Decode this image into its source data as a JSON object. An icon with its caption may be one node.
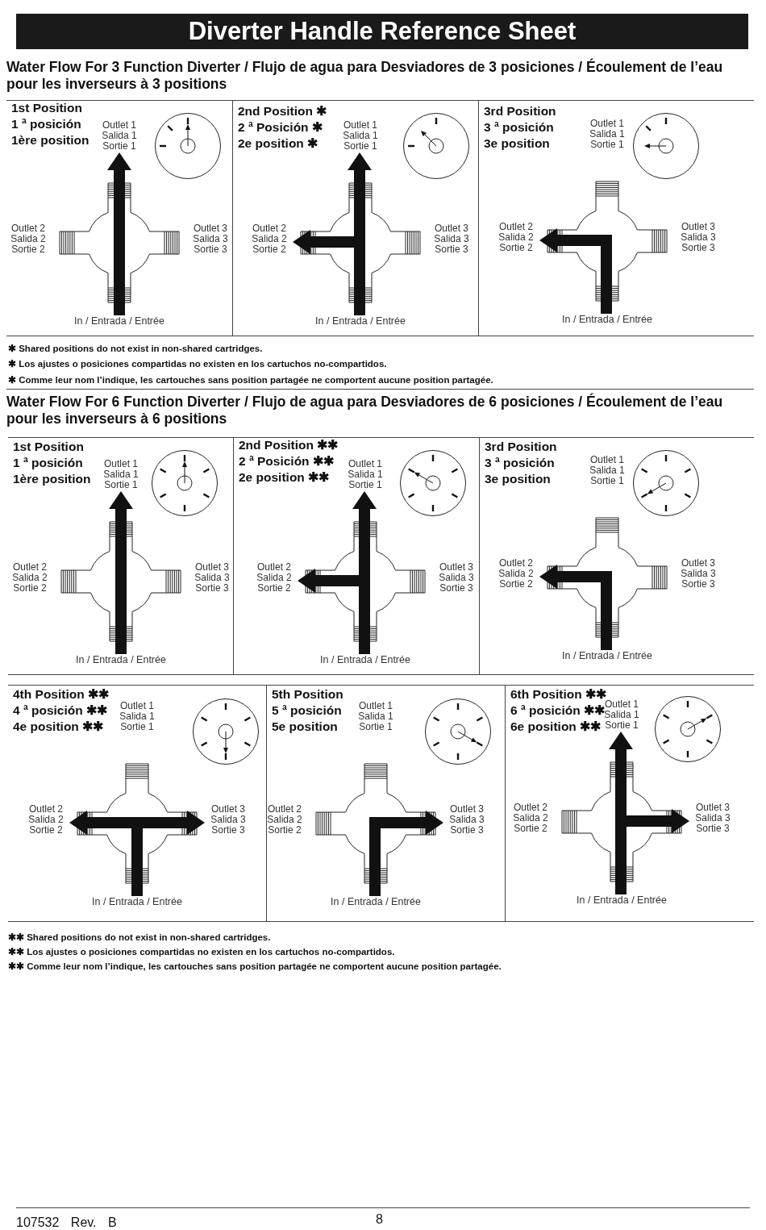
{
  "diagram": {
    "title": "Diverter Handle Reference Sheet",
    "nodes": [
      {
        "text": [
          "1st Position",
          "1 ª posición",
          "1ère position"
        ]
      },
      {
        "text": [
          "Outlet 1 Salida 1 Sortie 1"
        ],
        "in": 0
      },
      {
        "text": [
          "Outlet 2 Salida 2 Sortie 2"
        ],
        "in": 0
      },
      {
        "text": [
          "Outlet 3 Salida 3 Sortie 3"
        ],
        "in": 0
      },
      {
        "text": [
          "In / Entrada / Entrée"
        ],
        "in": 0
      },
      {
        "text": [
          "2nd Position ✱",
          "2 ª Posición ✱",
          "2e position ✱"
        ]
      },
      {
        "text": [
          "Outlet 1 Salida 1 Sortie 1"
        ],
        "in": 5
      },
      {
        "text": [
          "Outlet 2 Salida 2 Sortie 2"
        ],
        "in": 5
      },
      {
        "text": [
          "Outlet 3 Salida 3 Sortie 3"
        ],
        "in": 5
      },
      {
        "text": [
          "In / Entrada / Entrée"
        ],
        "in": 5
      },
      {
        "text": [
          "3rd Position",
          "3 ª posición",
          "3e position"
        ]
      },
      {
        "text": [
          "Outlet 1 Salida 1 Sortie 1"
        ],
        "in": 10
      },
      {
        "text": [
          "Outlet 2 Salida 2 Sortie 2"
        ],
        "in": 10
      },
      {
        "text": [
          "Outlet 3 Salida 3 Sortie 3"
        ],
        "in": 10
      },
      {
        "text": [
          "In / Entrada / Entrée"
        ],
        "in": 10
      },
      {
        "text": [
          "1st Position",
          "1 ª posición",
          "1ère position"
        ]
      },
      {
        "text": [
          "Outlet 1 Salida 1 Sortie 1"
        ],
        "in": 15
      },
      {
        "text": [
          "Outlet 2 Salida 2 Sortie 2"
        ],
        "in": 15
      },
      {
        "text": [
          "Outlet 3 Salida 3 Sortie 3"
        ],
        "in": 15
      },
      {
        "text": [
          "In / Entrada / Entrée"
        ],
        "in": 15
      },
      {
        "text": [
          "2nd Position ✱✱",
          "2 ª Posición ✱✱",
          "2e position ✱✱"
        ]
      },
      {
        "text": [
          "Outlet 1 Salida 1 Sortie 1"
        ],
        "in": 20
      },
      {
        "text": [
          "Outlet 2 Salida 2 Sortie 2"
        ],
        "in": 20
      },
      {
        "text": [
          "Outlet 3 Salida 3 Sortie 3"
        ],
        "in": 20
      },
      {
        "text": [
          "In / Entrada / Entrée"
        ],
        "in": 20
      },
      {
        "text": [
          "3rd Position",
          "3 ª posición",
          "3e position"
        ]
      },
      {
        "text": [
          "Outlet 1 Salida 1 Sortie 1"
        ],
        "in": 25
      },
      {
        "text": [
          "Outlet 2 Salida 2 Sortie 2"
        ],
        "in": 25
      },
      {
        "text": [
          "Outlet 3 Salida 3 Sortie 3"
        ],
        "in": 25
      },
      {
        "text": [
          "In / Entrada / Entrée"
        ],
        "in": 25
      },
      {
        "text": [
          "4th Position ✱✱",
          "4 ª posición ✱✱",
          "4e position ✱✱"
        ]
      },
      {
        "text": [
          "Outlet 1 Salida 1 Sortie 1"
        ],
        "in": 30
      },
      {
        "text": [
          "Outlet 2 Salida 2 Sortie 2"
        ],
        "in": 30
      },
      {
        "text": [
          "Outlet 3 Salida 3 Sortie 3"
        ],
        "in": 30
      },
      {
        "text": [
          "In / Entrada / Entrée"
        ],
        "in": 30
      },
      {
        "text": [
          "5th Position",
          "5 ª posición",
          "5e position"
        ]
      },
      {
        "text": [
          "Outlet 1 Salida 1 Sortie 1"
        ],
        "in": 35
      },
      {
        "text": [
          "Outlet 2 Salida 2 Sortie 2"
        ],
        "in": 35
      },
      {
        "text": [
          "Outlet 3 Salida 3 Sortie 3"
        ],
        "in": 35
      },
      {
        "text": [
          "In / Entrada / Entrée"
        ],
        "in": 35
      },
      {
        "text": [
          "6th Position ✱✱",
          "6 ª posición ✱✱",
          "6e position ✱✱"
        ]
      },
      {
        "text": [
          "Outlet 1 Salida 1 Sortie 1"
        ],
        "in": 40
      },
      {
        "text": [
          "Outlet 2 Salida 2 Sortie 2"
        ],
        "in": 40
      },
      {
        "text": [
          "Outlet 3 Salida 3 Sortie 3"
        ],
        "in": 40
      },
      {
        "text": [
          "In / Entrada / Entrée"
        ],
        "in": 40
      }
    ],
    "edges": [
      {
        "from": 4,
        "to": 1,
        "arrow": "to"
      },
      {
        "from": 9,
        "to": 6,
        "arrow": "to"
      },
      {
        "from": 9,
        "to": 7,
        "arrow": "to"
      },
      {
        "from": 14,
        "to": 12,
        "arrow": "to"
      },
      {
        "from": 19,
        "to": 16,
        "arrow": "to"
      },
      {
        "from": 24,
        "to": 21,
        "arrow": "to"
      },
      {
        "from": 24,
        "to": 22,
        "arrow": "to"
      },
      {
        "from": 29,
        "to": 27,
        "arrow": "to"
      },
      {
        "from": 34,
        "to": 32,
        "arrow": "to"
      },
      {
        "from": 34,
        "to": 33,
        "arrow": "to"
      },
      {
        "from": 39,
        "to": 38,
        "arrow": "to"
      },
      {
        "from": 44,
        "to": 41,
        "arrow": "to"
      },
      {
        "from": 44,
        "to": 43,
        "arrow": "to"
      }
    ],
    "labels": [
      "Water Flow For 3 Function Diverter / Flujo de agua para Desviadores de 3 posiciones / Écoulement de l’eau pour les inverseurs à 3 positions",
      "✱ Shared positions do not exist in non-shared cartridges.",
      "✱ Los ajustes o posiciones compartidas no existen en los cartuchos no-compartidos.",
      "✱ Comme leur nom l’indique, les cartouches sans position partagée ne comportent aucune position partagée.",
      "Water Flow For 6 Function Diverter / Flujo de agua para Desviadores de 6 posiciones / Écoulement de l’eau pour les inverseurs à 6 positions",
      "✱✱ Shared positions do not exist in non-shared cartridges.",
      "✱✱ Los ajustes o posiciones compartidas no existen en los cartuchos no-compartidos.",
      "✱✱ Comme leur nom l’indique, les cartouches sans position partagée ne comportent aucune position partagée.",
      "107532 Rev. B",
      "8"
    ]
  }
}
